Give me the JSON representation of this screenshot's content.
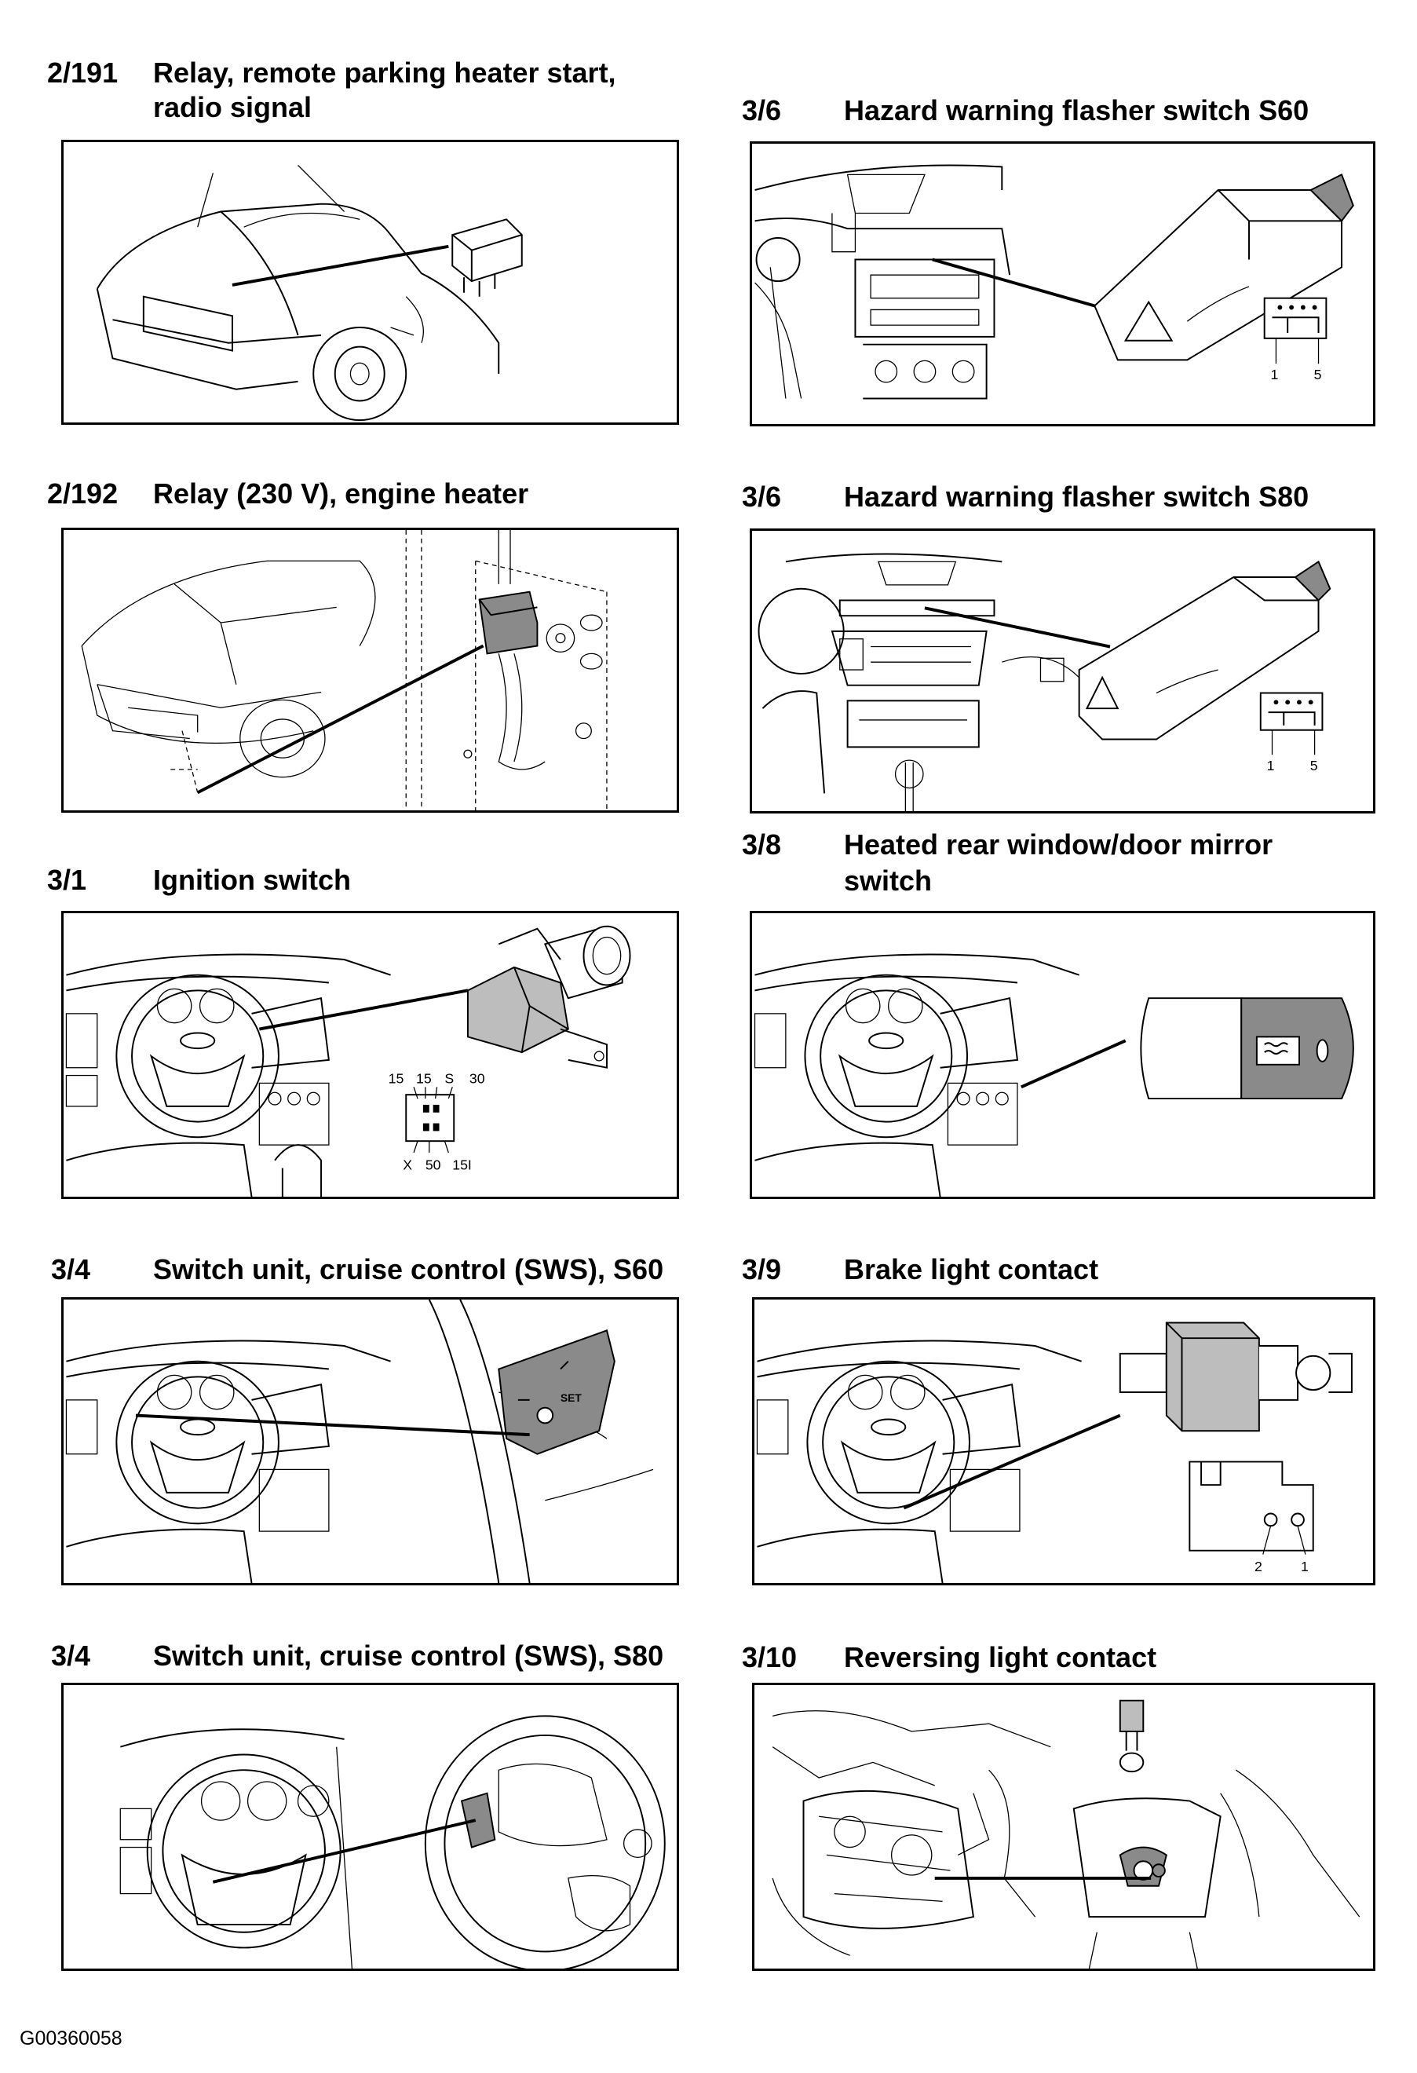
{
  "items": [
    {
      "id": "2/191",
      "title_line1": "Relay, remote parking heater start,",
      "title_line2": "radio signal"
    },
    {
      "id": "3/6",
      "title_line1": "Hazard warning flasher switch S60",
      "title_line2": ""
    },
    {
      "id": "2/192",
      "title_line1": "Relay (230 V), engine heater",
      "title_line2": ""
    },
    {
      "id": "3/6",
      "title_line1": "Hazard warning flasher switch S80",
      "title_line2": ""
    },
    {
      "id": "3/8",
      "title_line1": "Heated rear window/door mirror",
      "title_line2": "switch"
    },
    {
      "id": "3/1",
      "title_line1": "Ignition switch",
      "title_line2": ""
    },
    {
      "id": "3/4",
      "title_line1": "Switch unit, cruise control (SWS), S60",
      "title_line2": ""
    },
    {
      "id": "3/9",
      "title_line1": "Brake light contact",
      "title_line2": ""
    },
    {
      "id": "3/4",
      "title_line1": "Switch unit, cruise control (SWS), S80",
      "title_line2": ""
    },
    {
      "id": "3/10",
      "title_line1": "Reversing light contact",
      "title_line2": ""
    }
  ],
  "pin_labels": {
    "hazard_s60": [
      "1",
      "5"
    ],
    "hazard_s80": [
      "1",
      "5"
    ],
    "ignition_top": [
      "15",
      "15",
      "S",
      "30"
    ],
    "ignition_bottom": [
      "X",
      "50",
      "15I"
    ],
    "brake": [
      "2",
      "1"
    ],
    "cruise_button": "SET"
  },
  "footer_code": "G00360058"
}
